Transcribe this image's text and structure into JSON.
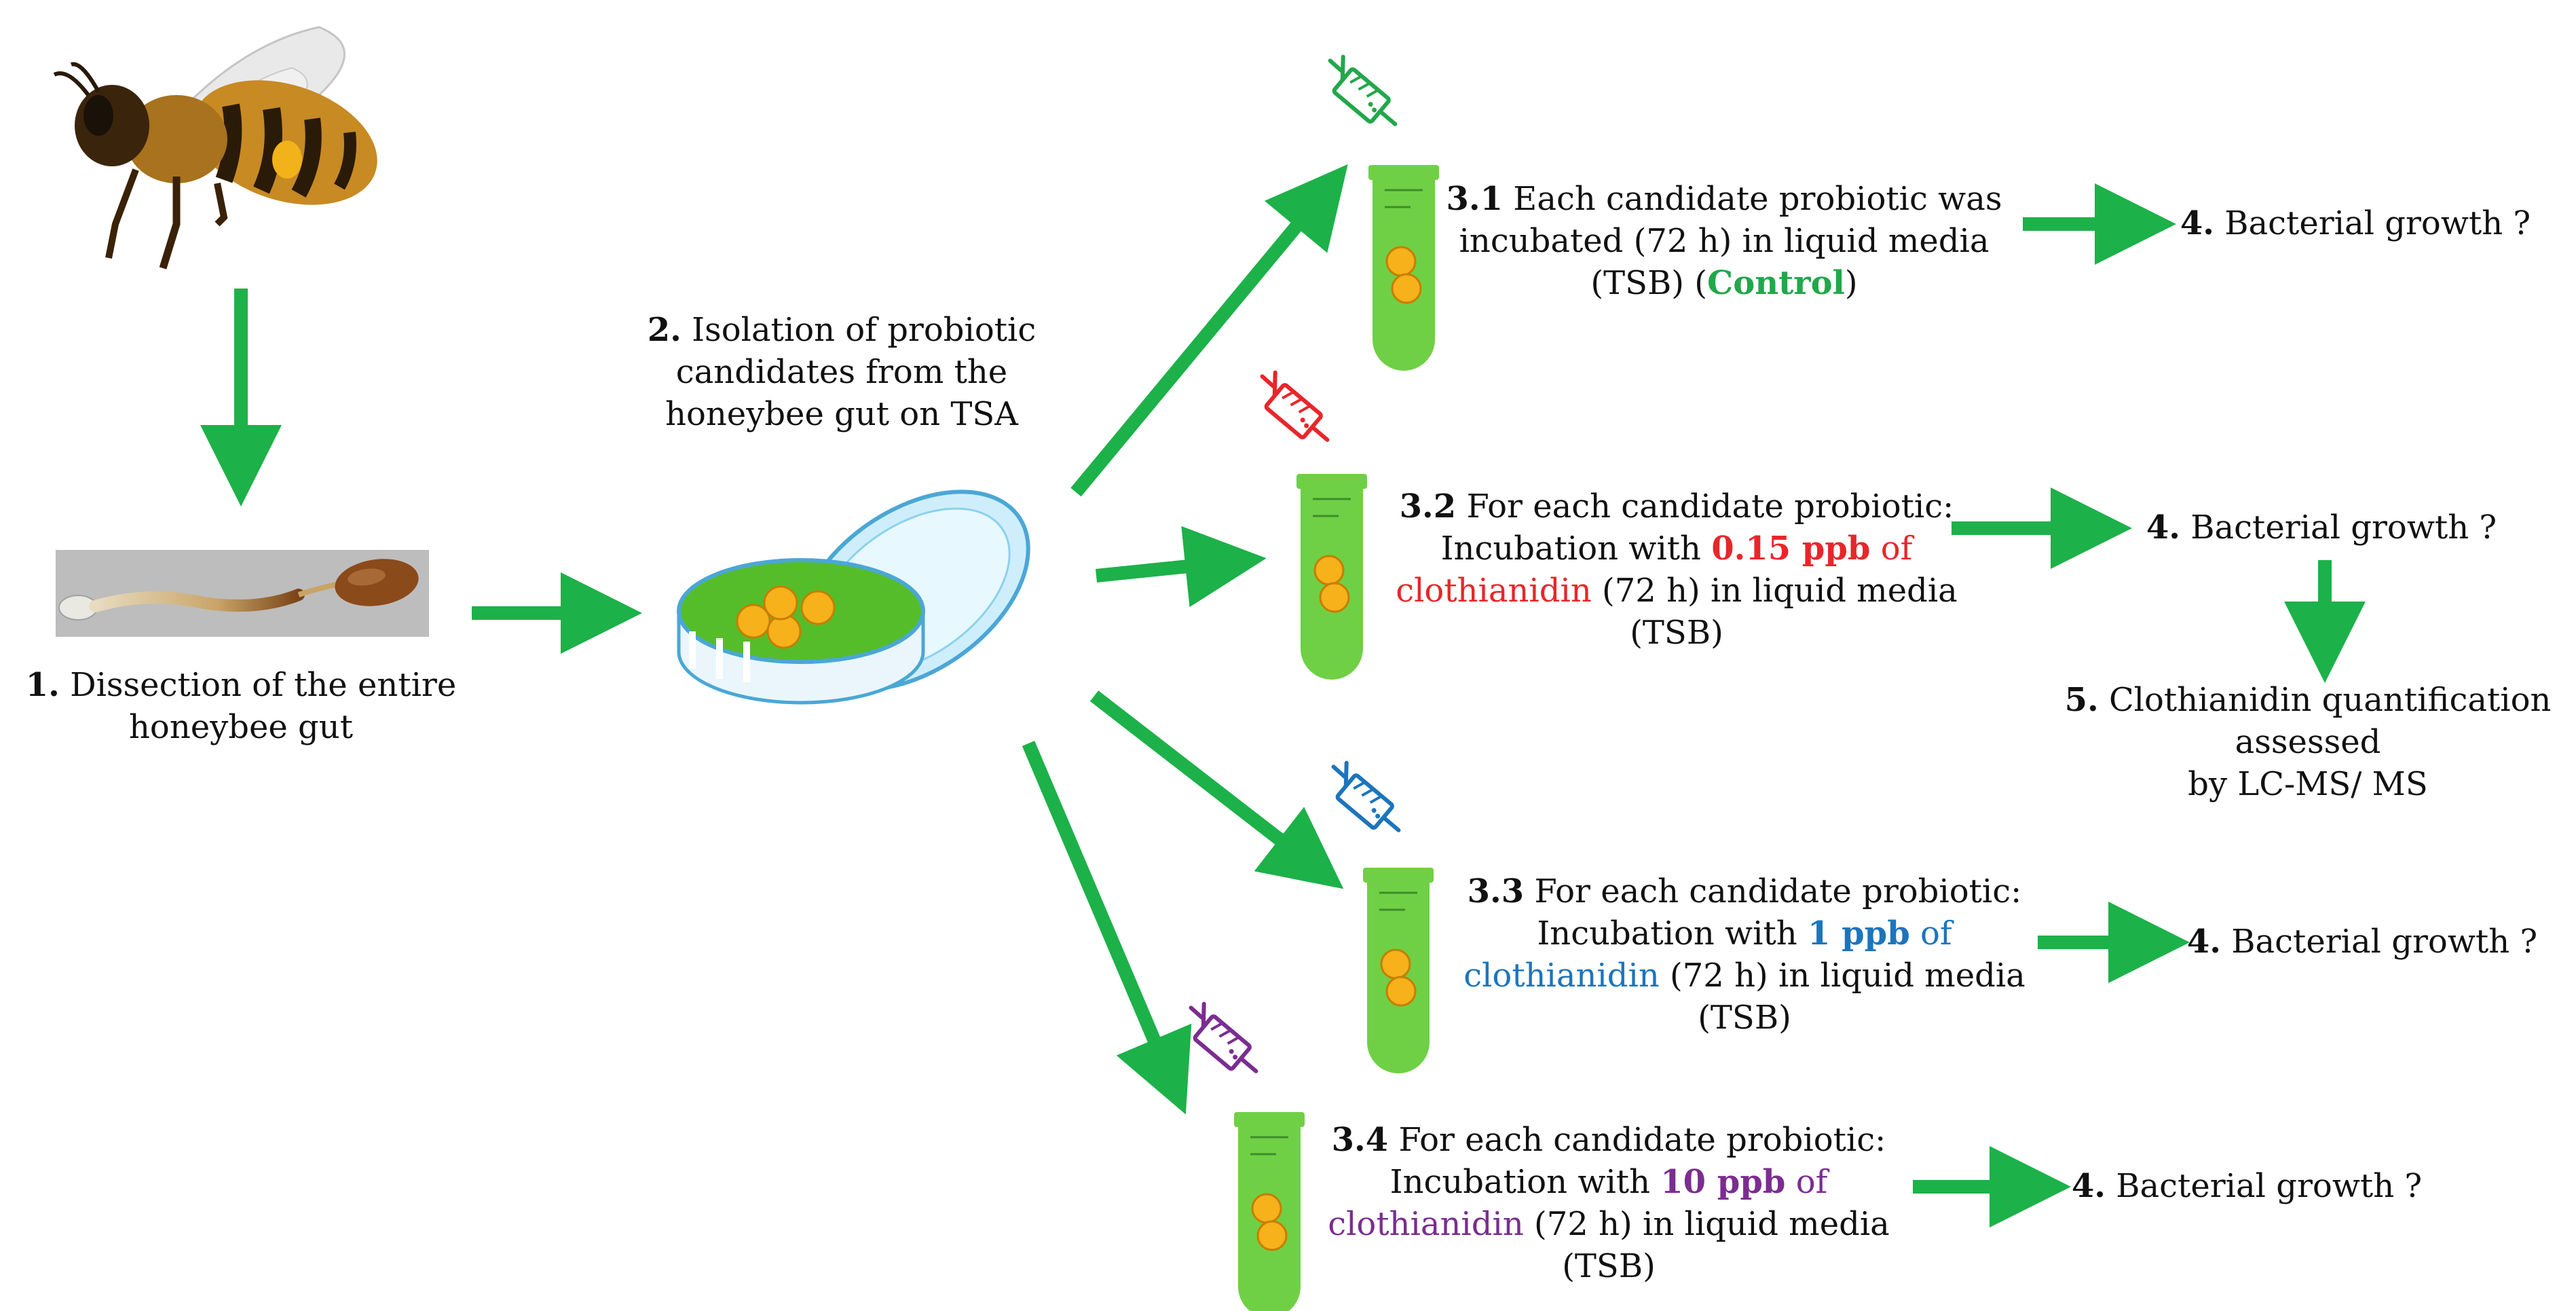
{
  "colors": {
    "arrow": "#1db149",
    "tube": "#6fd045",
    "bacteria": "#f6b11b",
    "control": "#22a74a",
    "ppb015": "#e8262a",
    "ppb1": "#1c75bc",
    "ppb10": "#7b2d91"
  },
  "icons": [
    "bee-icon",
    "gut-icon",
    "petri-dish-icon",
    "test-tube-icon",
    "syringe-icon"
  ],
  "step1": {
    "num": "1.",
    "line1": "Dissection of the entire",
    "line2": "honeybee gut"
  },
  "step2": {
    "num": "2.",
    "line1": "Isolation of probiotic",
    "line2": "candidates from the",
    "line3": "honeybee gut on TSA"
  },
  "step31": {
    "num": "3.1",
    "line1": "Each candidate probiotic was",
    "line2": "incubated (72 h) in liquid media",
    "line3a": "(TSB) (",
    "highlight": "Control",
    "line3b": ")"
  },
  "step32": {
    "num": "3.2",
    "line1": "For each candidate probiotic:",
    "line2a": "Incubation with ",
    "dose": "0.15 ppb",
    "line2b": " of",
    "line3a": "clothianidin",
    "line3b": " (72 h) in liquid media",
    "line4": "(TSB)"
  },
  "step33": {
    "num": "3.3",
    "line1": "For each candidate probiotic:",
    "line2a": "Incubation with ",
    "dose": "1 ppb",
    "line2b": " of",
    "line3a": "clothianidin",
    "line3b": " (72 h) in liquid media",
    "line4": "(TSB)"
  },
  "step34": {
    "num": "3.4",
    "line1": "For each candidate probiotic:",
    "line2a": "Incubation with ",
    "dose": "10 ppb",
    "line2b": " of",
    "line3a": "clothianidin",
    "line3b": " (72 h) in liquid media",
    "line4": "(TSB)"
  },
  "step4": {
    "num": "4.",
    "text": "Bacterial growth ?"
  },
  "step5": {
    "num": "5.",
    "line1": "Clothianidin quantification",
    "line2": "assessed",
    "line3": "by LC-MS/ MS"
  }
}
